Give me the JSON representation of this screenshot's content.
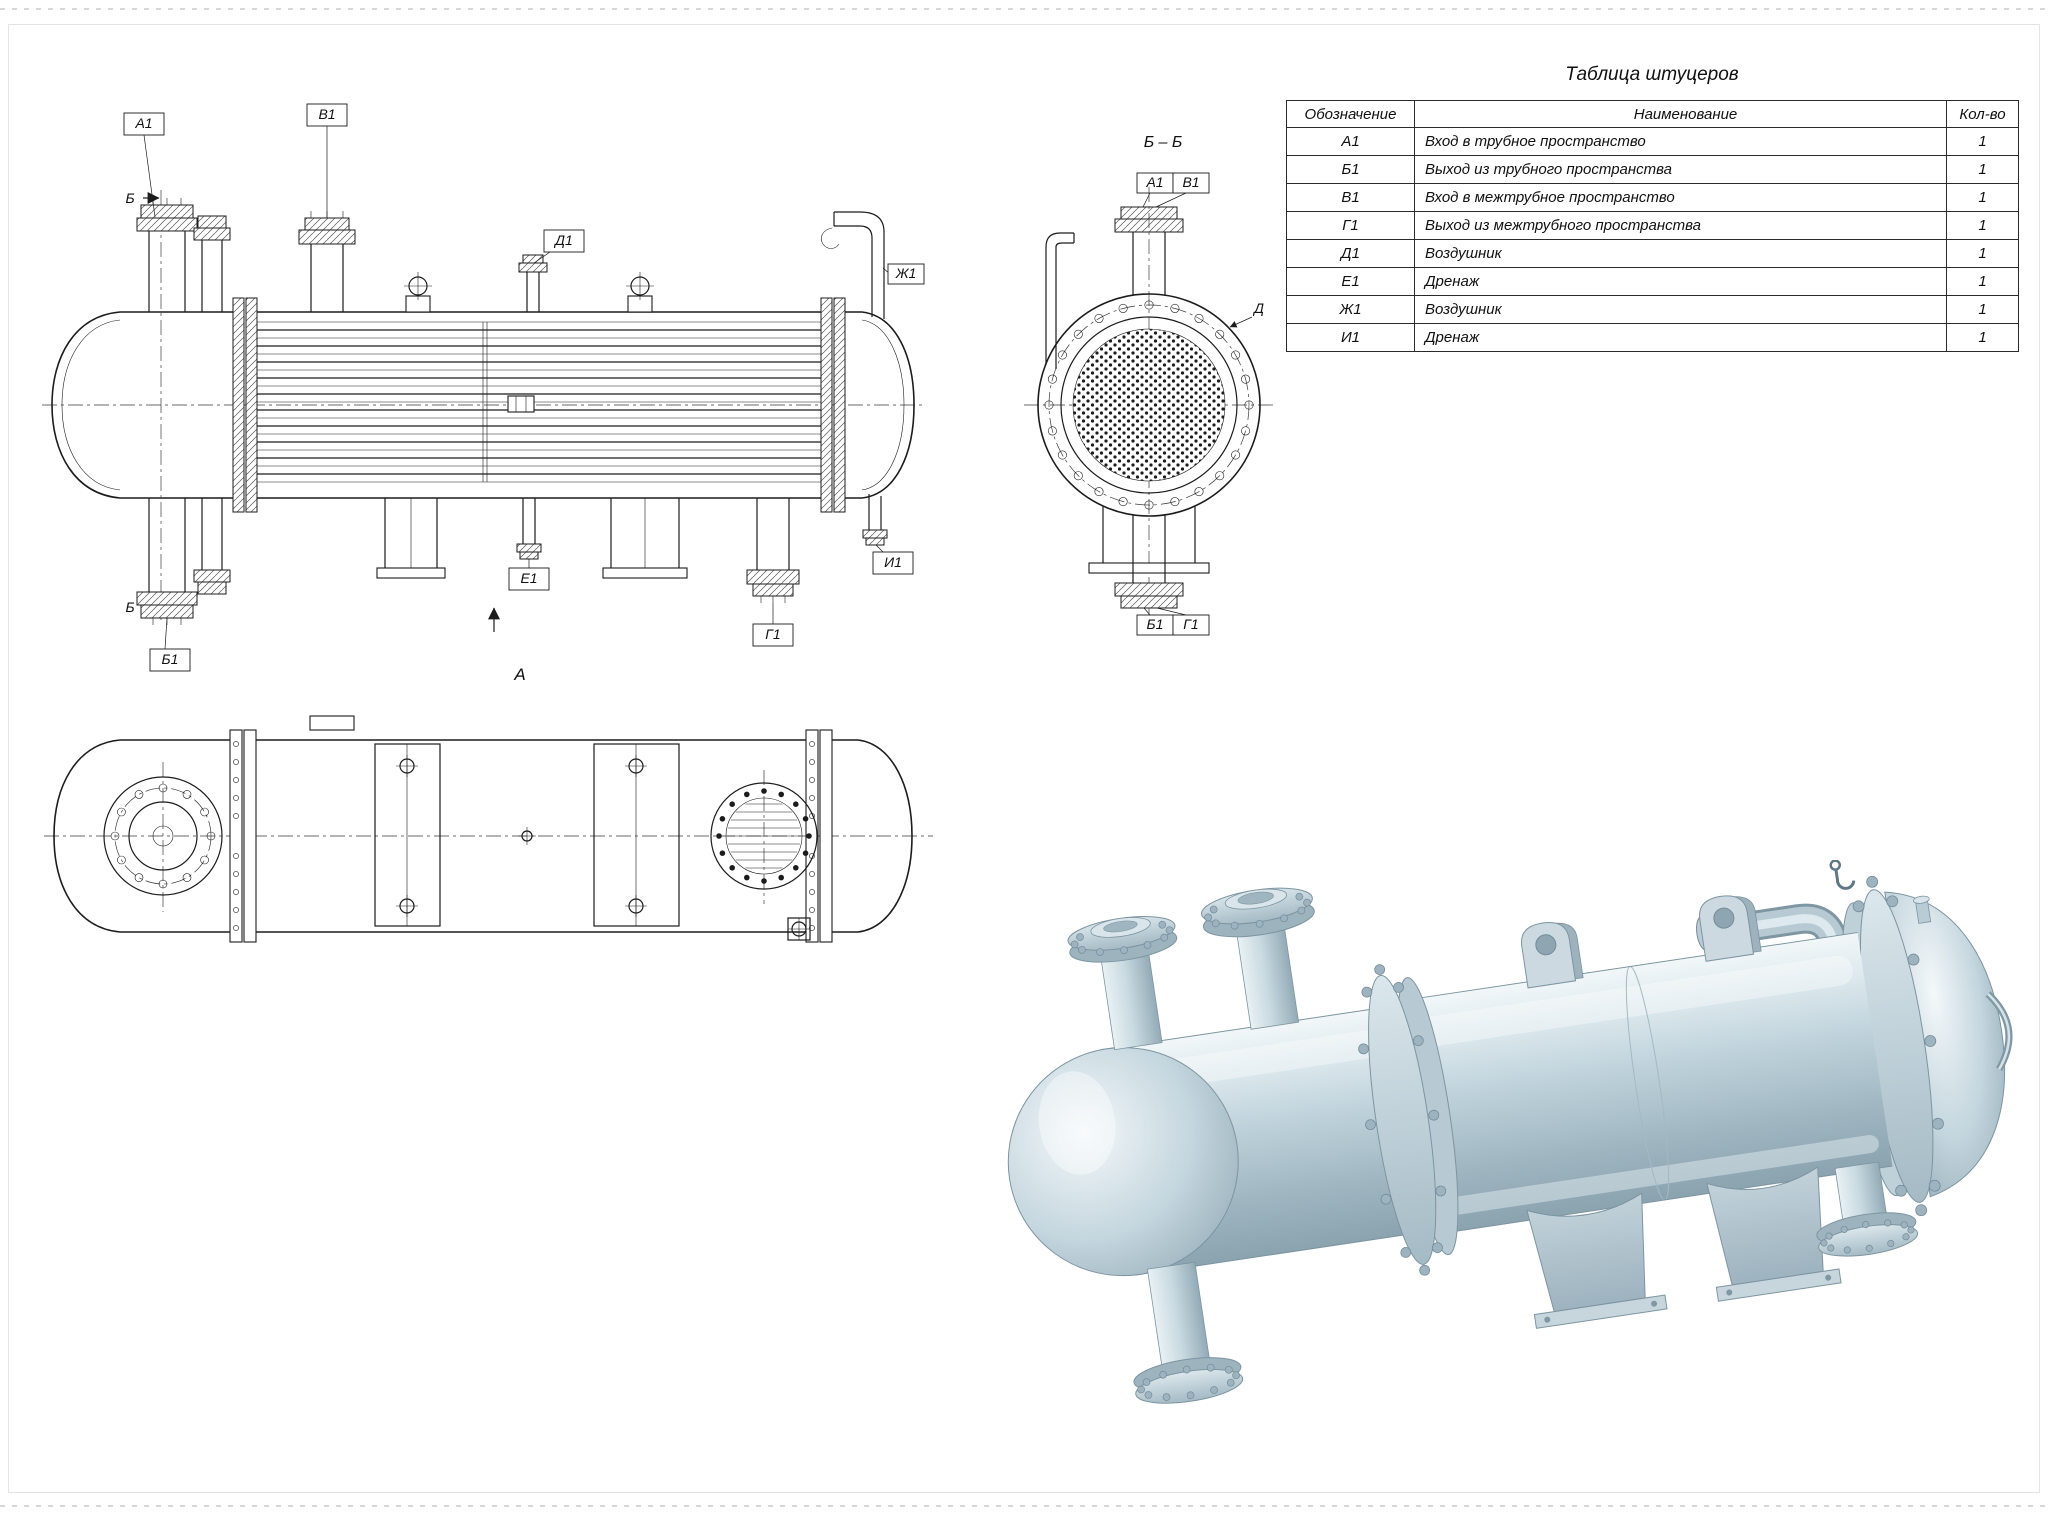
{
  "drawing": {
    "sheet_bg": "#ffffff",
    "line_color": "#1c1c1c"
  },
  "nozzle_table": {
    "title": "Таблица штуцеров",
    "headers": {
      "designation": "Обозначение",
      "name": "Наименование",
      "qty": "Кол-во"
    },
    "rows": [
      {
        "designation": "А1",
        "name": "Вход в трубное пространство",
        "qty": "1"
      },
      {
        "designation": "Б1",
        "name": "Выход из трубного пространства",
        "qty": "1"
      },
      {
        "designation": "В1",
        "name": "Вход в межтрубное пространство",
        "qty": "1"
      },
      {
        "designation": "Г1",
        "name": "Выход из межтрубного пространства",
        "qty": "1"
      },
      {
        "designation": "Д1",
        "name": "Воздушник",
        "qty": "1"
      },
      {
        "designation": "Е1",
        "name": "Дренаж",
        "qty": "1"
      },
      {
        "designation": "Ж1",
        "name": "Воздушник",
        "qty": "1"
      },
      {
        "designation": "И1",
        "name": "Дренаж",
        "qty": "1"
      }
    ]
  },
  "side_view": {
    "nozzle_marks": {
      "a1": "А1",
      "v1": "В1",
      "d1": "Д1",
      "zh1": "Ж1",
      "b1": "Б1",
      "e1": "Е1",
      "g1": "Г1",
      "i1": "И1"
    },
    "section_mark": "Б",
    "view_mark": "А"
  },
  "section_view": {
    "title": "Б – Б",
    "marks": {
      "a1": "А1",
      "v1": "В1",
      "b1": "Б1",
      "g1": "Г1",
      "detail": "Д"
    }
  },
  "render_view": {
    "body_color": "#c6d7df",
    "highlight_color": "#eef4f7",
    "shadow_color": "#8fa7b3",
    "outline_color": "#6e8692"
  }
}
